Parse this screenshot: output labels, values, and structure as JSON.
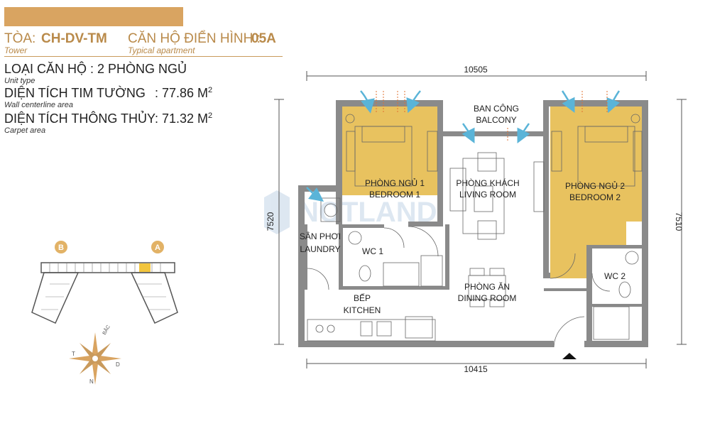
{
  "header": {
    "tower_label": "TÒA:",
    "tower_code": "CH-DV-TM",
    "tower_sub": "Tower",
    "apartment_label": "CĂN HỘ ĐIỂN HÌNH :",
    "apartment_code": "05A",
    "apartment_sub": "Typical apartment"
  },
  "info": {
    "unit_type_label": "LOẠI CĂN HỘ : 2 PHÒNG NGỦ",
    "unit_type_sub": "Unit type",
    "wall_area_label": "DIỆN TÍCH TIM TƯỜNG",
    "wall_area_value": ": 77.86 M",
    "wall_area_sub": "Wall centerline area",
    "carpet_area_label": "DIỆN TÍCH THÔNG THỦY",
    "carpet_area_value": ": 71.32 M",
    "carpet_area_sub": "Carpet area",
    "unit_exponent": "2"
  },
  "dimensions": {
    "top": "10505",
    "bottom": "10415",
    "left": "7520",
    "right": "7510"
  },
  "rooms": {
    "balcony_vi": "BAN CÔNG",
    "balcony_en": "BALCONY",
    "bedroom1_vi": "PHÒNG NGỦ 1",
    "bedroom1_en": "BEDROOM 1",
    "living_vi": "PHÒNG KHÁCH",
    "living_en": "LIVING ROOM",
    "bedroom2_vi": "PHÒNG NGỦ 2",
    "bedroom2_en": "BEDROOM 2",
    "laundry_vi": "SÂN PHƠI",
    "laundry_en": "LAUNDRY",
    "wc1": "WC 1",
    "wc2": "WC 2",
    "dining_vi": "PHÒNG ĂN",
    "dining_en": "DINING ROOM",
    "kitchen_vi": "BẾP",
    "kitchen_en": "KITCHEN"
  },
  "keyplan": {
    "label_b": "B",
    "label_a": "A"
  },
  "compass": {
    "n": "N",
    "t": "T",
    "d": "D",
    "bac": "BẮC"
  },
  "watermark": "NOTLAND",
  "colors": {
    "gold": "#d9a461",
    "bedroom_fill": "#e8c25f",
    "wall": "#8a8a8a",
    "arrow": "#5ab4d8",
    "key_circle": "#e2b266"
  }
}
